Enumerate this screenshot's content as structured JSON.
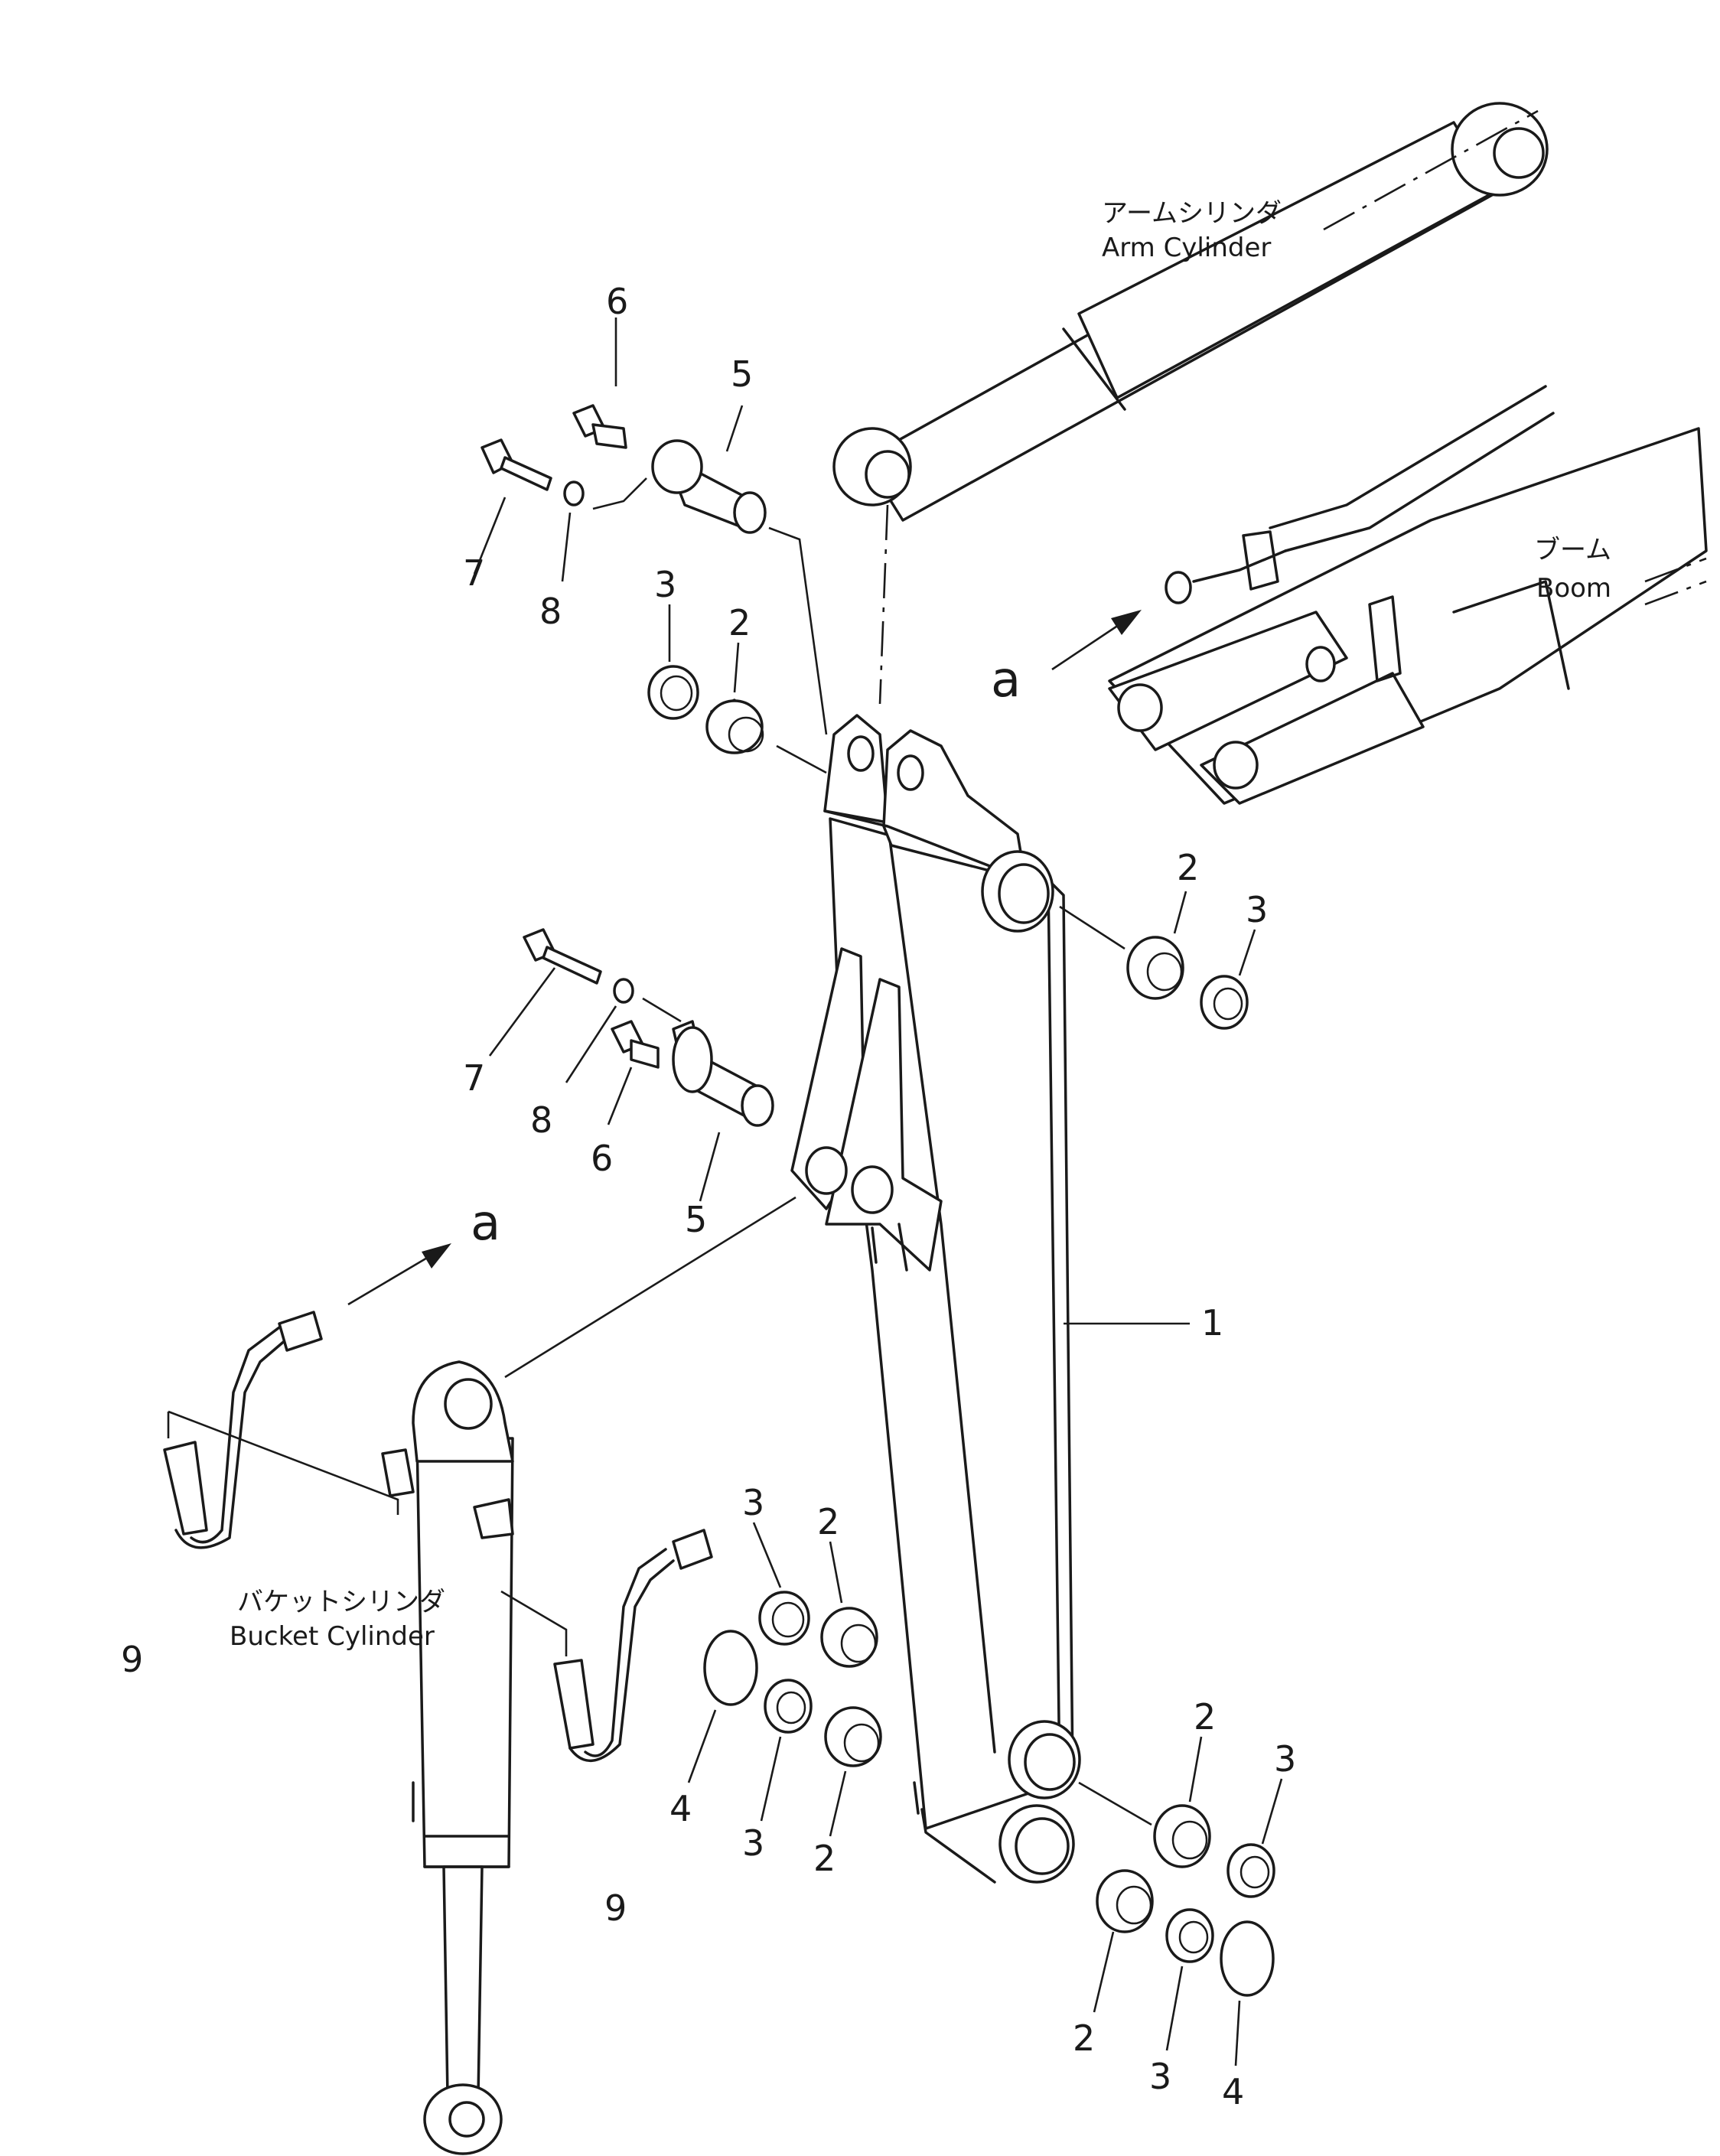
{
  "labels": {
    "arm_cylinder_jp": "アームシリンダ",
    "arm_cylinder_en": "Arm Cylinder",
    "boom_jp": "ブーム",
    "boom_en": "Boom",
    "bucket_cylinder_jp": "バケットシリンダ",
    "bucket_cylinder_en": "Bucket Cylinder",
    "view_marker": "a"
  },
  "callouts": {
    "arm": "1",
    "bushing": "2",
    "seal": "3",
    "o_ring": "4",
    "pin": "5",
    "grease_fitting": "6",
    "bolt": "7",
    "washer": "8",
    "hose": "9"
  }
}
